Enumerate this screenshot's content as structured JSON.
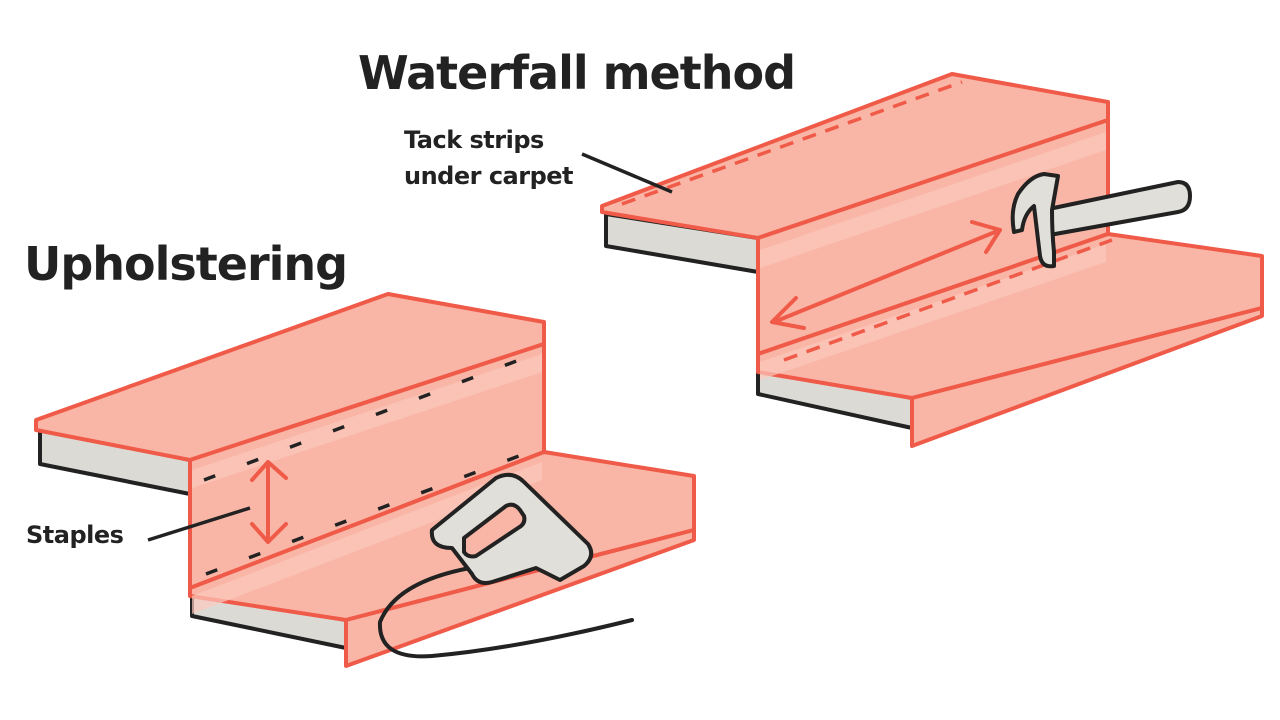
{
  "titles": {
    "waterfall": "Waterfall method",
    "upholstering": "Upholstering"
  },
  "callouts": {
    "tack_line1": "Tack strips",
    "tack_line2": "under carpet",
    "staples": "Staples"
  },
  "icons": [
    "hammer-icon",
    "staple-gun-icon"
  ],
  "colors": {
    "carpet_fill": "#f9b6a6",
    "carpet_highlight": "#fbc9bd",
    "carpet_outline": "#f05a48",
    "stair_wood": "#dcdad5",
    "ink": "#222222",
    "tool_fill": "#e1dfd9"
  }
}
